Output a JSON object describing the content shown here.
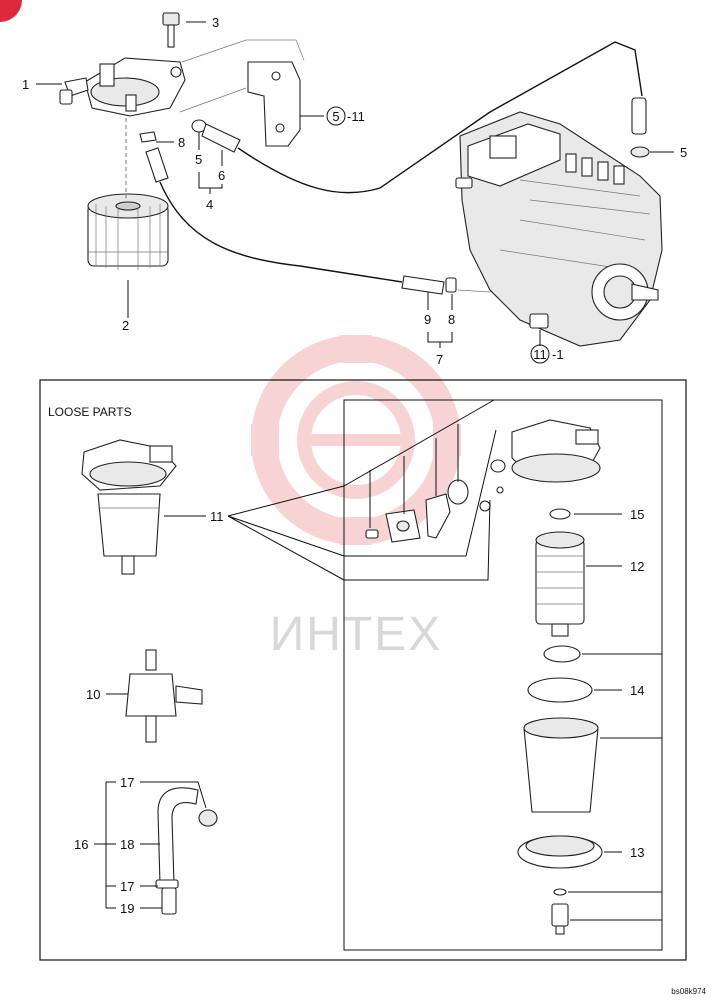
{
  "loose_parts_title": "LOOSE PARTS",
  "drawing_code": "bs08k974",
  "watermark_text": "ИНТЕХ",
  "colors": {
    "watermark": "#f0a0a0",
    "corner_marker": "#e0283c",
    "line": "#111111"
  },
  "callouts": {
    "c1": "1",
    "c2": "2",
    "c3": "3",
    "c5_clip": "5",
    "c5_ref": "5",
    "c5_refsuffix": "-11",
    "c5_right": "5",
    "c6": "6",
    "c4": "4",
    "c8_top": "8",
    "c9": "9",
    "c8_bot": "8",
    "c7": "7",
    "c11_ref": "11",
    "c11_refsuffix": "-1",
    "c11": "11",
    "c10": "10",
    "c16": "16",
    "c17a": "17",
    "c18": "18",
    "c17b": "17",
    "c19": "19",
    "c15": "15",
    "c12": "12",
    "c14": "14",
    "c13": "13"
  }
}
